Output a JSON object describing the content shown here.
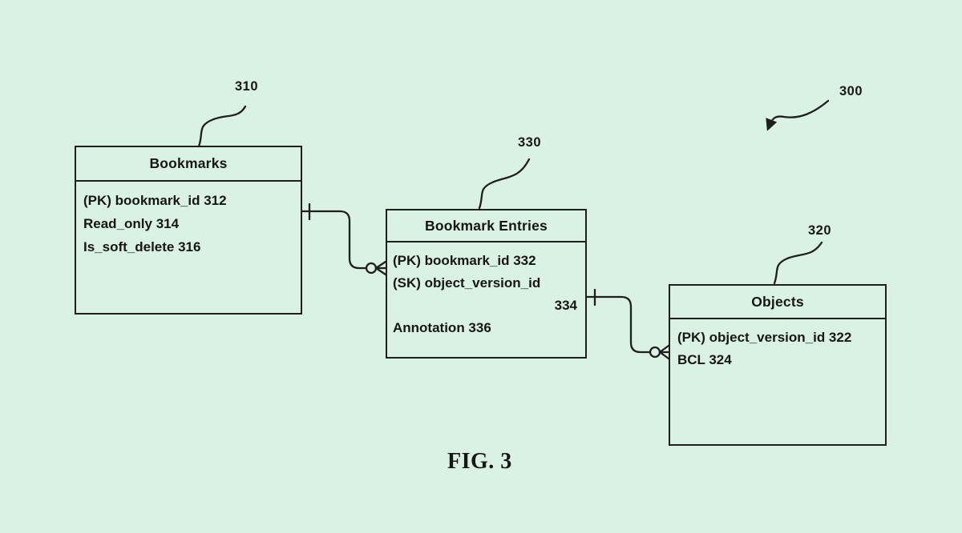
{
  "figure": {
    "caption": "FIG. 3",
    "diagram_ref": "300"
  },
  "tables": {
    "bookmarks": {
      "ref": "310",
      "title": "Bookmarks",
      "fields": {
        "f1": "(PK) bookmark_id 312",
        "f2": "Read_only 314",
        "f3": "Is_soft_delete 316"
      }
    },
    "bookmark_entries": {
      "ref": "330",
      "title": "Bookmark Entries",
      "fields": {
        "f1": "(PK) bookmark_id 332",
        "f2": "(SK) object_version_id",
        "f2_ref": "334",
        "f3": "Annotation 336"
      }
    },
    "objects": {
      "ref": "320",
      "title": "Objects",
      "fields": {
        "f1": "(PK) object_version_id 322",
        "f2": "BCL 324"
      }
    }
  },
  "relationships": [
    {
      "from": "Bookmarks",
      "to": "Bookmark Entries",
      "from_end": "one",
      "to_end": "zero-or-many"
    },
    {
      "from": "Bookmark Entries",
      "to": "Objects",
      "from_end": "one",
      "to_end": "zero-or-many"
    }
  ],
  "colors": {
    "background": "#d9f2e3",
    "line": "#1f1f1f"
  }
}
